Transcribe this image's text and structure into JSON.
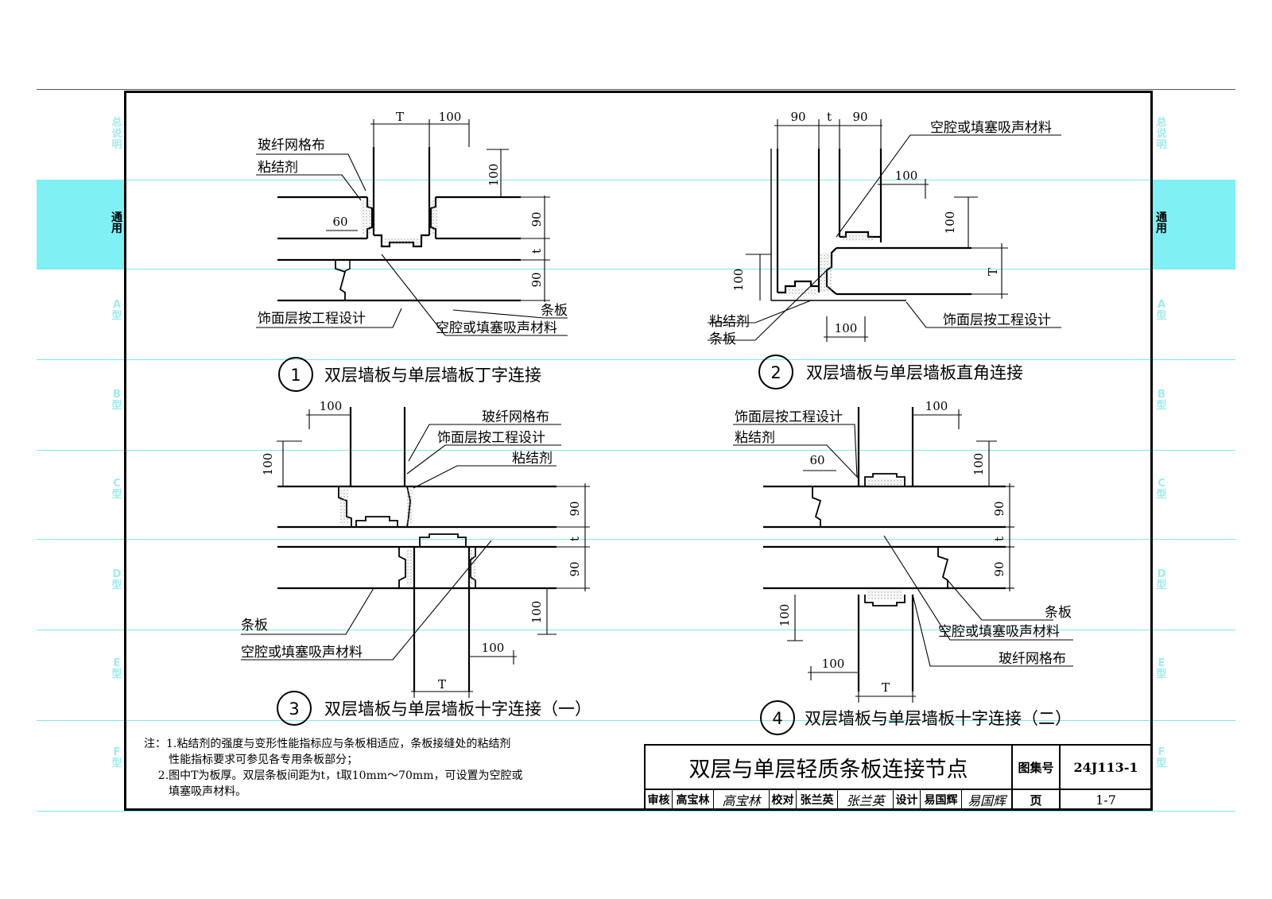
{
  "side_tabs_left": [
    {
      "text": "总说明",
      "active": false
    },
    {
      "text": "通用",
      "active": true
    },
    {
      "text": "A型",
      "active": false
    },
    {
      "text": "B型",
      "active": false
    },
    {
      "text": "C型",
      "active": false
    },
    {
      "text": "D型",
      "active": false
    },
    {
      "text": "E型",
      "active": false
    },
    {
      "text": "F型",
      "active": false
    }
  ],
  "side_tabs_right": [
    {
      "text": "总说明",
      "active": false
    },
    {
      "text": "通用",
      "active": true
    },
    {
      "text": "A型",
      "active": false
    },
    {
      "text": "B型",
      "active": false
    },
    {
      "text": "C型",
      "active": false
    },
    {
      "text": "D型",
      "active": false
    },
    {
      "text": "E型",
      "active": false
    },
    {
      "text": "F型",
      "active": false
    }
  ],
  "colors": {
    "accent": "#7ff0f4",
    "line": "#000000",
    "fill_dots": "#bbbbbb"
  },
  "details": {
    "d1": {
      "num": "1",
      "caption": "双层墙板与单层墙板丁字连接",
      "labels": {
        "mesh": "玻纤网格布",
        "adhesive": "粘结剂",
        "finish": "饰面层按工程设计",
        "board": "条板",
        "cavity": "空腔或填塞吸声材料"
      },
      "dims": {
        "T": "T",
        "d100a": "100",
        "d100b": "100",
        "d60": "60",
        "d90a": "90",
        "dt": "t",
        "d90b": "90"
      }
    },
    "d2": {
      "num": "2",
      "caption": "双层墙板与单层墙板直角连接",
      "labels": {
        "cavity": "空腔或填塞吸声材料",
        "adhesive": "粘结剂",
        "board": "条板",
        "finish": "饰面层按工程设计"
      },
      "dims": {
        "d90a": "90",
        "dt": "t",
        "d90b": "90",
        "d100a": "100",
        "d100b": "100",
        "T": "T",
        "d100c": "100",
        "d100d": "100"
      }
    },
    "d3": {
      "num": "3",
      "caption": "双层墙板与单层墙板十字连接（一）",
      "labels": {
        "mesh": "玻纤网格布",
        "finish": "饰面层按工程设计",
        "adhesive": "粘结剂",
        "board": "条板",
        "cavity": "空腔或填塞吸声材料"
      },
      "dims": {
        "d100a": "100",
        "d100b": "100",
        "d90a": "90",
        "dt": "t",
        "d90b": "90",
        "d100c": "100",
        "d100d": "100",
        "T": "T"
      }
    },
    "d4": {
      "num": "4",
      "caption": "双层墙板与单层墙板十字连接（二）",
      "labels": {
        "finish": "饰面层按工程设计",
        "adhesive": "粘结剂",
        "board": "条板",
        "cavity": "空腔或填塞吸声材料",
        "mesh": "玻纤网格布"
      },
      "dims": {
        "d100a": "100",
        "d60": "60",
        "d100b": "100",
        "d90a": "90",
        "dt": "t",
        "d90b": "90",
        "d100c": "100",
        "d100d": "100",
        "T": "T"
      }
    }
  },
  "notes": {
    "line1": "注：1.粘结剂的强度与变形性能指标应与条板相适应，条板接缝处的粘结剂",
    "line2": "       性能指标要求可参见各专用条板部分；",
    "line3": "    2.图中T为板厚。双层条板间距为t，t取10mm～70mm，可设置为空腔或",
    "line4": "       填塞吸声材料。"
  },
  "title_block": {
    "title": "双层与单层轻质条板连接节点",
    "atlas_label": "图集号",
    "atlas_no": "24J113-1",
    "review_label": "审核",
    "reviewer": "高宝林",
    "check_label": "校对",
    "checker": "张兰英",
    "design_label": "设计",
    "designer": "易国辉",
    "page_label": "页",
    "page_no": "1-7",
    "sig_reviewer": "高宝林",
    "sig_checker": "张兰英",
    "sig_designer": "易国辉"
  }
}
